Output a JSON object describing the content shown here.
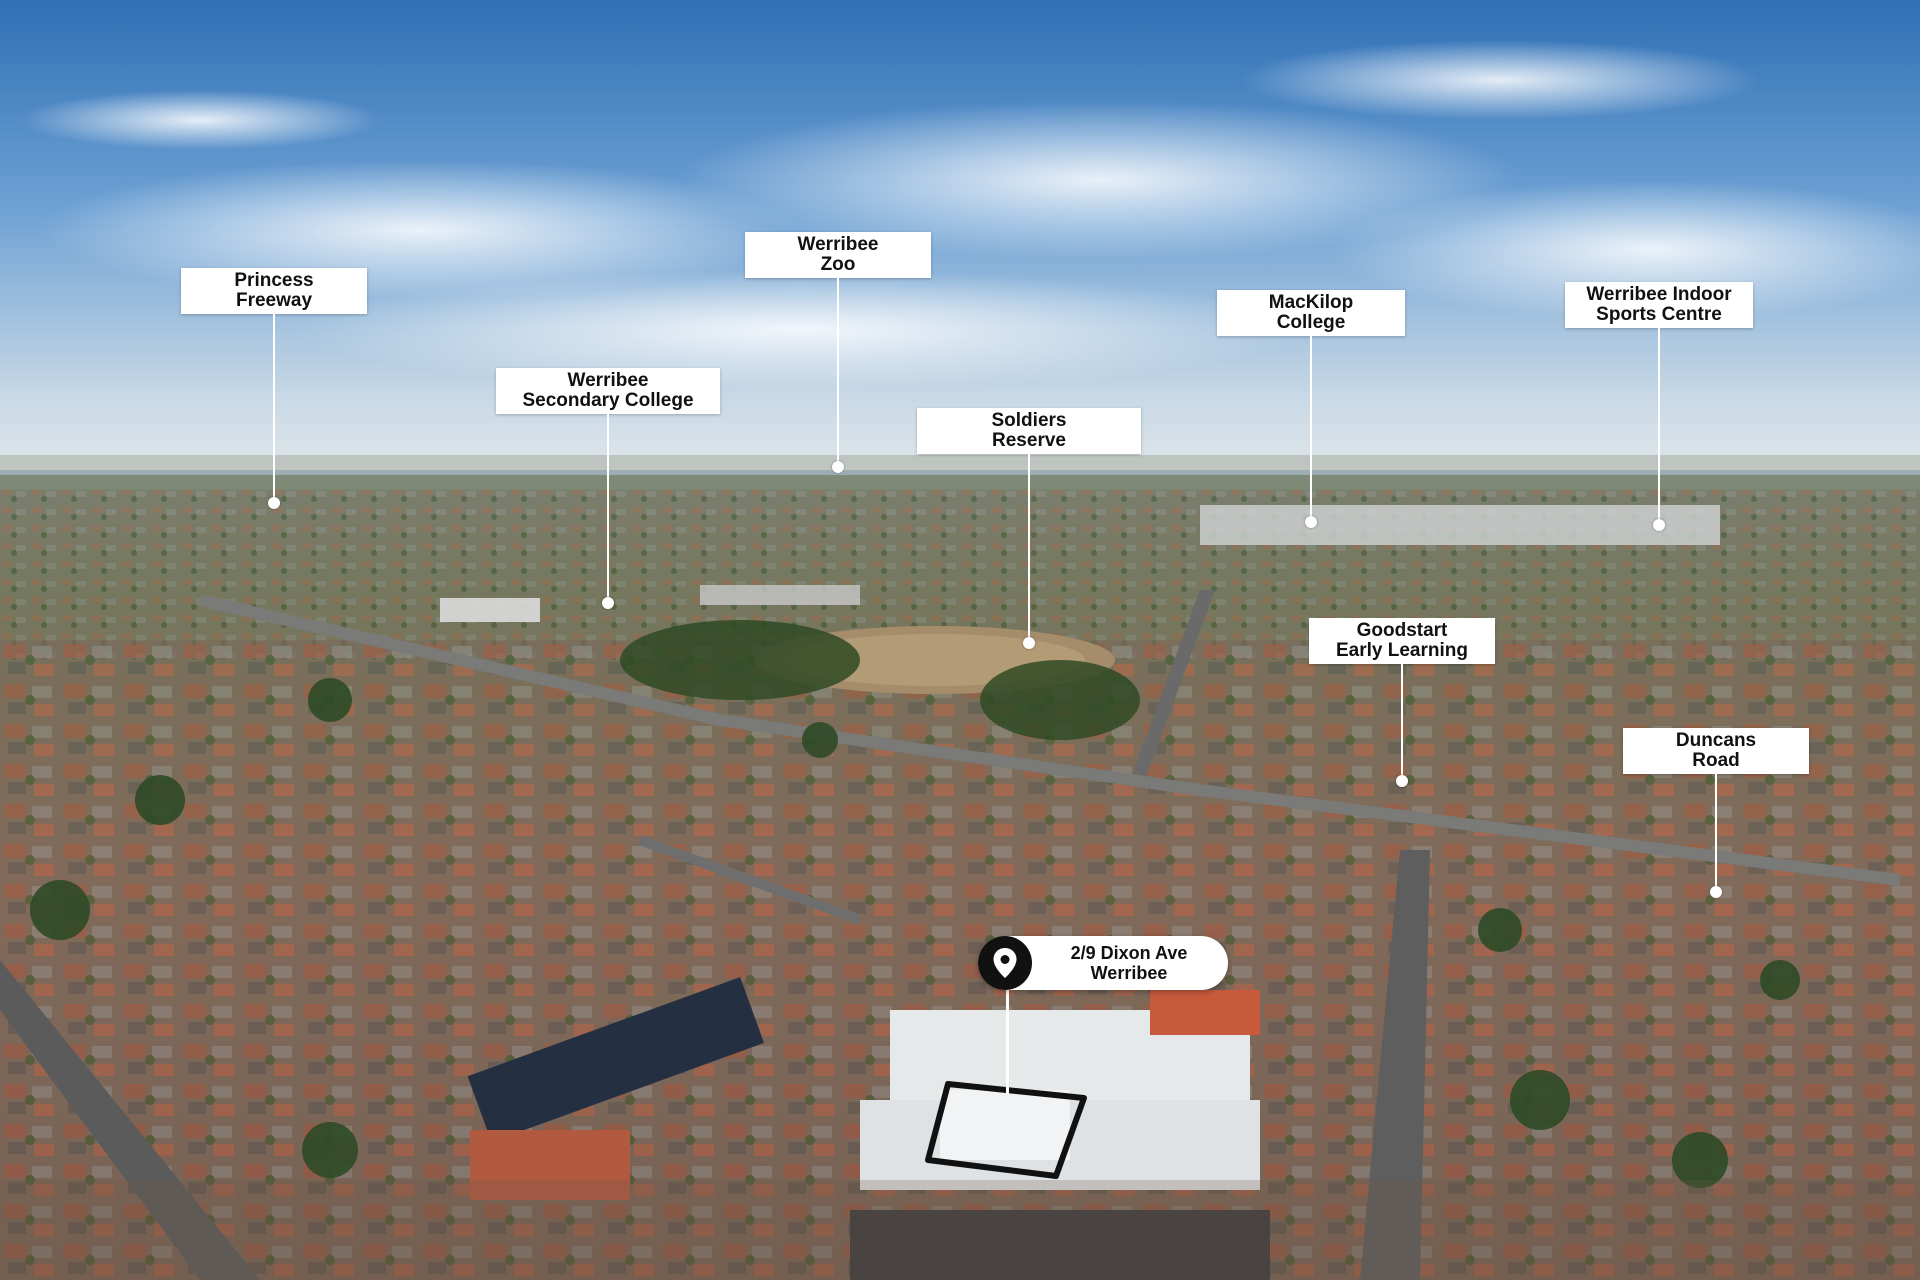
{
  "landmarks": [
    {
      "id": "princess-freeway",
      "line1": "Princess",
      "line2": "Freeway"
    },
    {
      "id": "werribee-secondary-college",
      "line1": "Werribee",
      "line2": "Secondary College"
    },
    {
      "id": "werribee-zoo",
      "line1": "Werribee",
      "line2": "Zoo"
    },
    {
      "id": "soldiers-reserve",
      "line1": "Soldiers",
      "line2": "Reserve"
    },
    {
      "id": "mackilop-college",
      "line1": "MacKilop",
      "line2": "College"
    },
    {
      "id": "werribee-indoor-sports-centre",
      "line1": "Werribee Indoor",
      "line2": "Sports Centre"
    },
    {
      "id": "goodstart-early-learning",
      "line1": "Goodstart",
      "line2": "Early Learning"
    },
    {
      "id": "duncans-road",
      "line1": "Duncans",
      "line2": "Road"
    }
  ],
  "property": {
    "address_line1": "2/9 Dixon Ave",
    "address_line2": "Werribee",
    "icon": "location-pin-icon"
  },
  "colors": {
    "label_background": "#ffffff",
    "label_text": "#111111",
    "pin_badge": "#111111",
    "property_outline": "#111111"
  }
}
